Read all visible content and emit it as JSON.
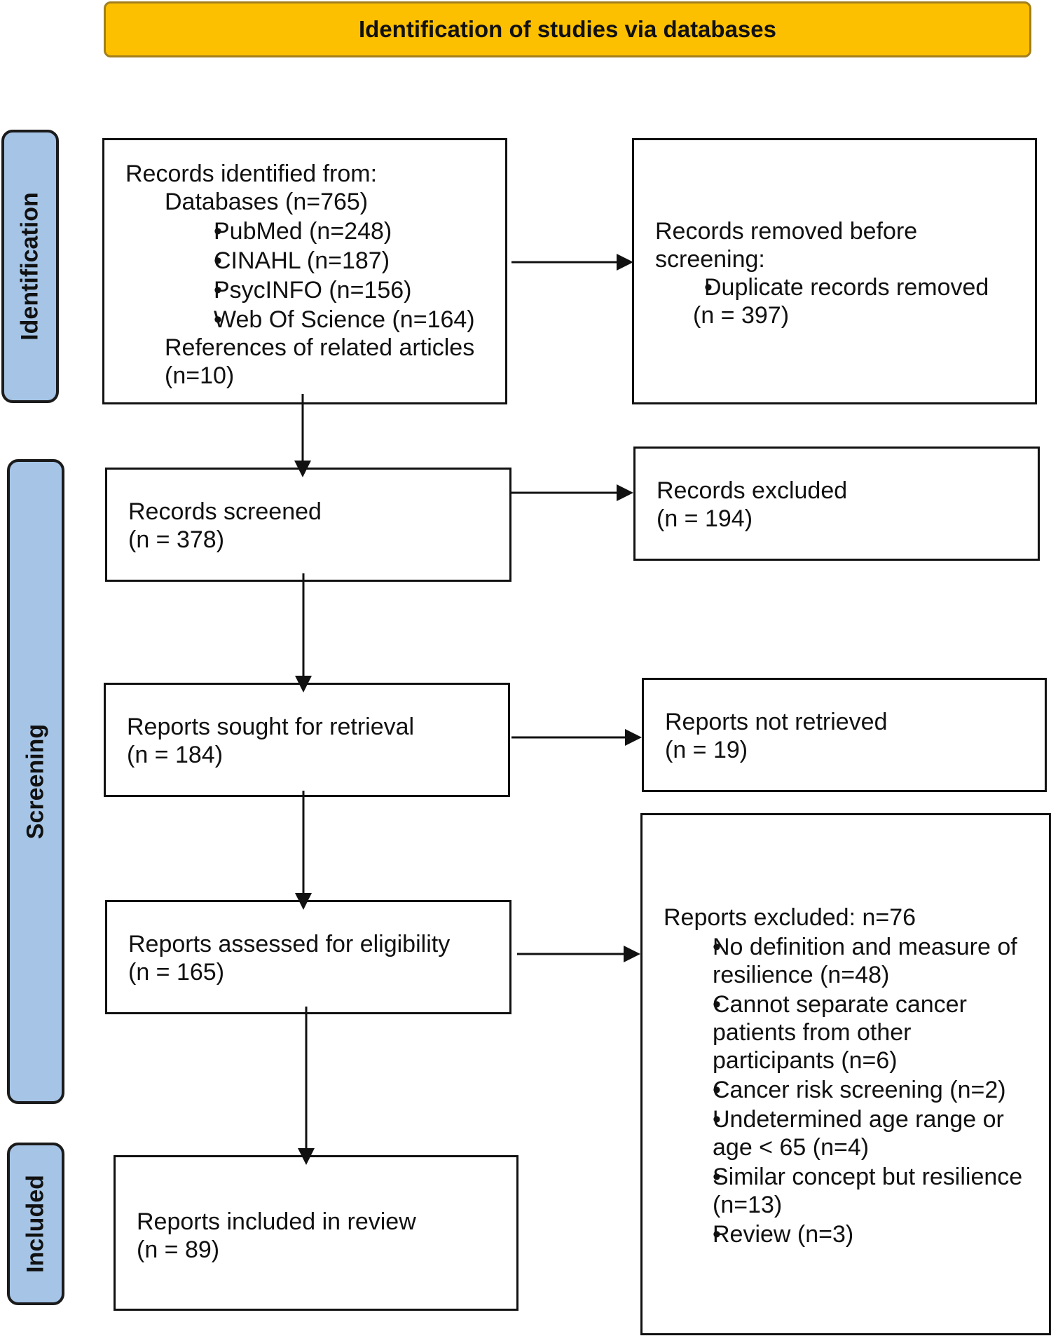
{
  "header": {
    "title": "Identification of studies via databases"
  },
  "stages": {
    "identification": "Identification",
    "screening": "Screening",
    "included": "Included"
  },
  "identification_box": {
    "heading": "Records identified from:",
    "databases": "Databases (n=765)",
    "items": [
      "PubMed (n=248)",
      "CINAHL (n=187)",
      "PsycINFO (n=156)",
      "Web Of Science (n=164)"
    ],
    "references": "References of related articles",
    "references_n": "(n=10)"
  },
  "removed_box": {
    "line1": "Records removed before",
    "line2": "screening:",
    "item": "Duplicate records removed",
    "item_n": "(n = 397)"
  },
  "screened_box": {
    "label": "Records screened",
    "n": "(n = 378)"
  },
  "excluded_box": {
    "label": "Records excluded",
    "n": "(n = 194)"
  },
  "sought_box": {
    "label": "Reports sought for retrieval",
    "n": "(n = 184)"
  },
  "not_retrieved_box": {
    "label": "Reports not retrieved",
    "n": "(n = 19)"
  },
  "assessed_box": {
    "label": "Reports assessed for eligibility",
    "n": "(n = 165)"
  },
  "reports_excluded_box": {
    "heading": "Reports excluded: n=76",
    "items": [
      [
        "No definition and measure of",
        "resilience (n=48)"
      ],
      [
        "Cannot separate cancer",
        "patients from other",
        "participants (n=6)"
      ],
      [
        "Cancer risk screening (n=2)"
      ],
      [
        "Undetermined age range or",
        "age < 65 (n=4)"
      ],
      [
        "Similar concept but resilience",
        "(n=13)"
      ],
      [
        "Review (n=3)"
      ]
    ]
  },
  "included_box": {
    "label": "Reports included in review",
    "n": "(n = 89)"
  }
}
